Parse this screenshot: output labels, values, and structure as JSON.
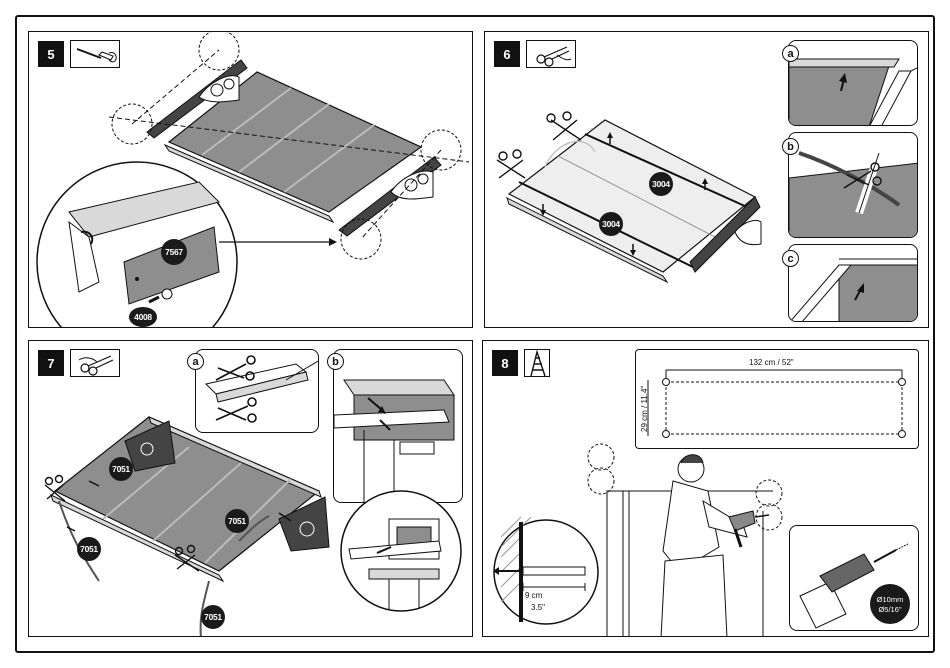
{
  "steps": {
    "five": {
      "number": "5",
      "tool_icon": "screwdriver-icon",
      "parts": {
        "strip": "7567",
        "screw": "4008"
      }
    },
    "six": {
      "number": "6",
      "tool_icon": "scissors-icon",
      "parts": {
        "seal_upper": "3004",
        "seal_lower": "3004"
      },
      "insets": {
        "a": "a",
        "b": "b",
        "c": "c"
      }
    },
    "seven": {
      "number": "7",
      "tool_icon": "scissors-icon",
      "parts": {
        "top_left": "7051",
        "left": "7051",
        "right": "7051",
        "bottom": "7051"
      },
      "insets": {
        "a": "a",
        "b": "b"
      }
    },
    "eight": {
      "number": "8",
      "tool_icon": "ladder-icon",
      "template": {
        "width_label": "132 cm / 52\"",
        "height_label": "29 cm / 11.4\""
      },
      "edge": {
        "cm": "9 cm",
        "in": "3.5\""
      },
      "drill": {
        "mm": "Ø10mm",
        "in": "Ø5/16\""
      }
    }
  },
  "colors": {
    "line": "#111111",
    "panel_fill": "#8e8e8e",
    "frame_fill": "#d9d9d9",
    "badge": "#1a1a1a"
  }
}
